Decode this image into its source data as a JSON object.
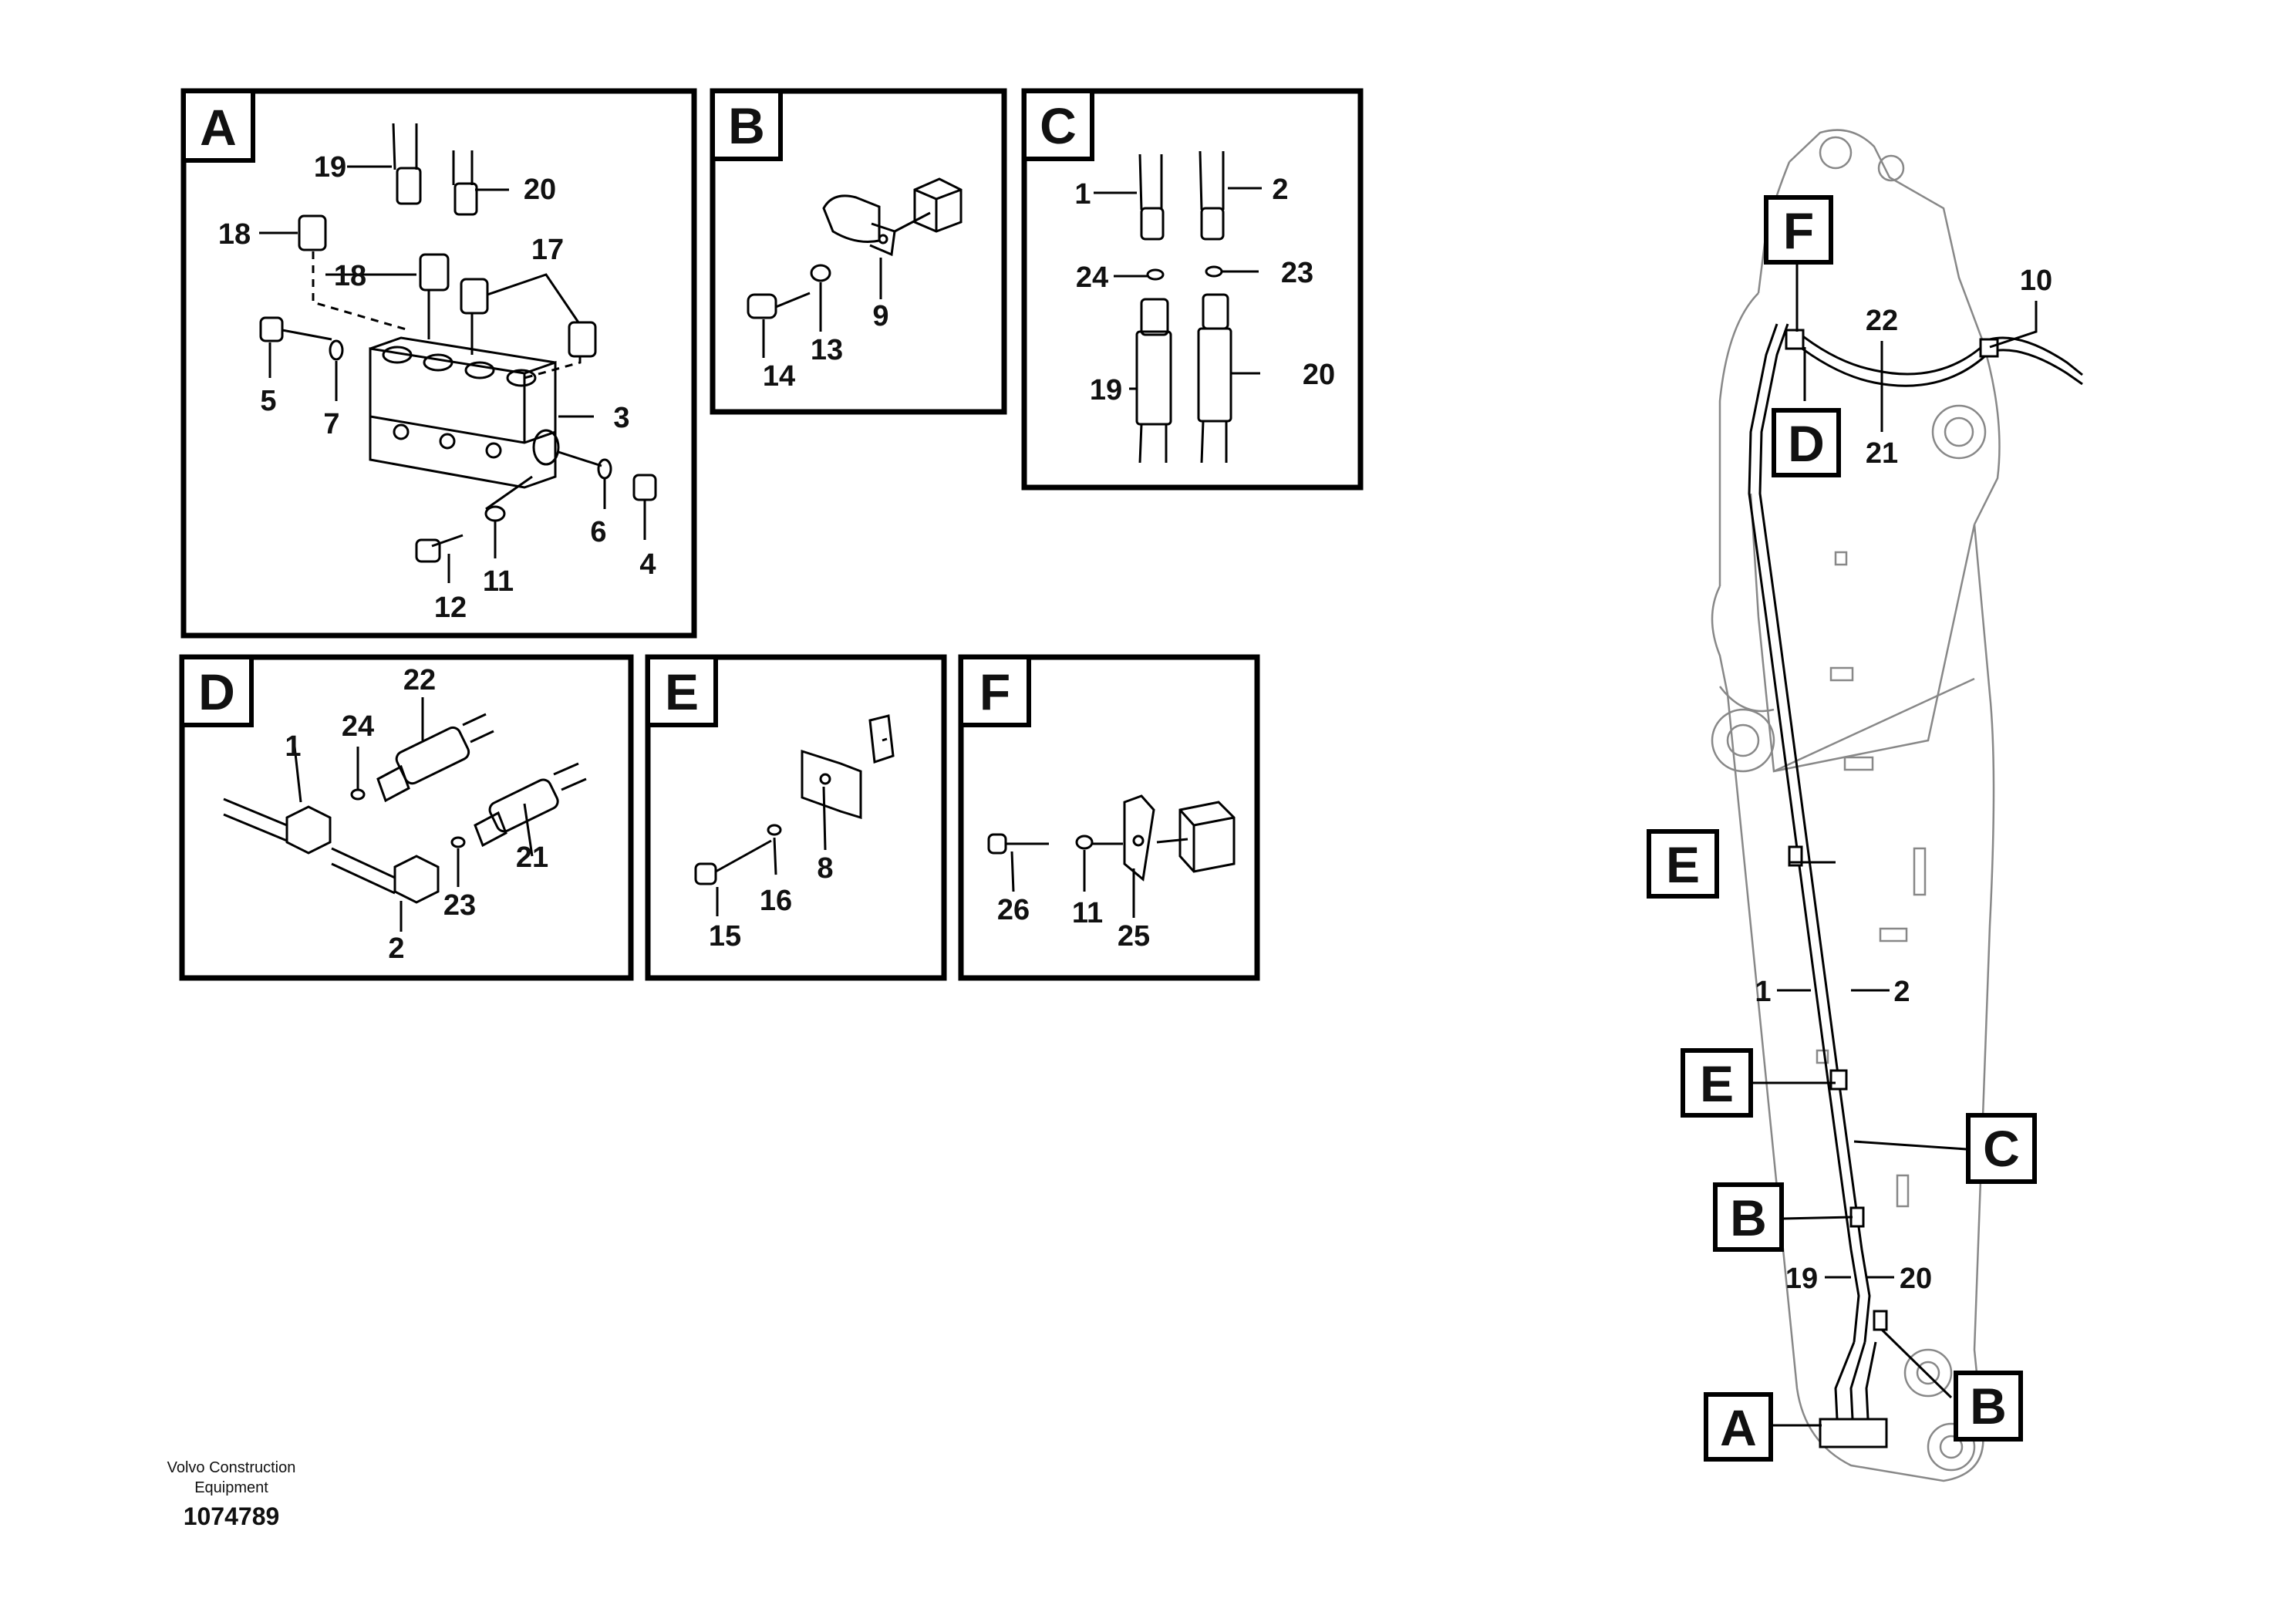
{
  "panels": {
    "A": {
      "tag": "A",
      "labels": [
        "19",
        "20",
        "18",
        "18",
        "17",
        "5",
        "7",
        "3",
        "6",
        "4",
        "11",
        "12"
      ]
    },
    "B": {
      "tag": "B",
      "labels": [
        "9",
        "14",
        "13"
      ]
    },
    "C": {
      "tag": "C",
      "labels": [
        "1",
        "2",
        "24",
        "23",
        "19",
        "20"
      ]
    },
    "D": {
      "tag": "D",
      "labels": [
        "22",
        "24",
        "1",
        "21",
        "23",
        "2"
      ]
    },
    "E": {
      "tag": "E",
      "labels": [
        "8",
        "15",
        "16"
      ]
    },
    "F": {
      "tag": "F",
      "labels": [
        "26",
        "11",
        "25"
      ]
    }
  },
  "overview": {
    "tags": [
      "F",
      "D",
      "E",
      "E",
      "C",
      "B",
      "B",
      "A"
    ],
    "labels": [
      "10",
      "22",
      "21",
      "1",
      "2",
      "19",
      "20"
    ]
  },
  "footer": {
    "brand_line1": "Volvo Construction",
    "brand_line2": "Equipment",
    "drawing_number": "1074789"
  }
}
